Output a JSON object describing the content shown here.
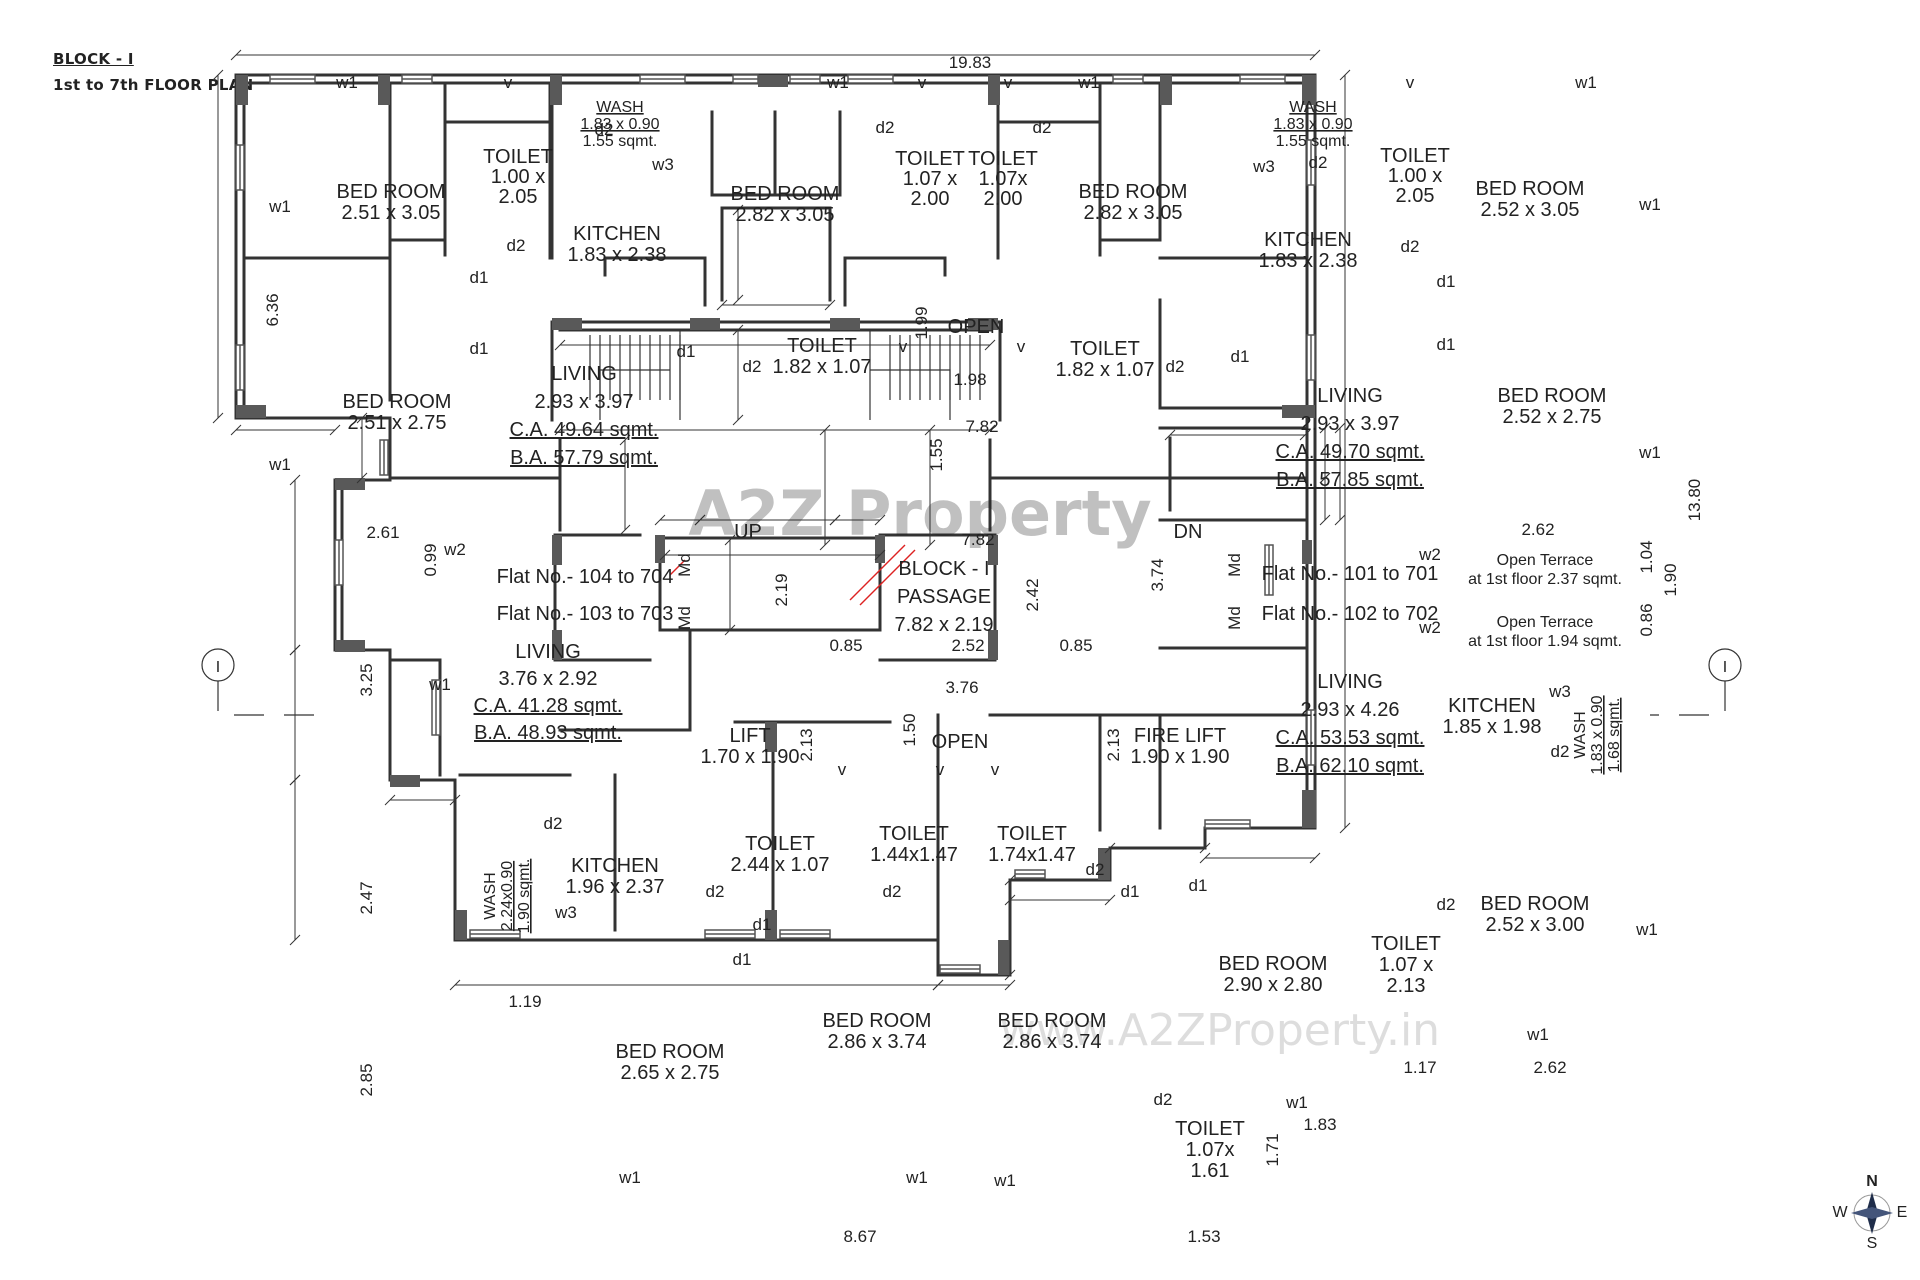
{
  "header": {
    "block": "BLOCK - I",
    "plan": "1st to 7th FLOOR PLAN"
  },
  "rooms": {
    "nw_bed1": [
      "BED ROOM",
      "2.51 x 3.05"
    ],
    "nw_toilet": [
      "TOILET",
      "1.00 x",
      "2.05"
    ],
    "nw_wash": [
      "WASH",
      "1.83 x 0.90",
      "1.55 sqmt."
    ],
    "nw_kitchen": [
      "KITCHEN",
      "1.83 x 2.38"
    ],
    "nw_bed2": [
      "BED ROOM",
      "2.82 x 3.05"
    ],
    "nw_bed3": [
      "BED ROOM",
      "2.51 x 2.75"
    ],
    "nw_living": [
      "LIVING",
      "2.93 x 3.97",
      "C.A. 49.64 sqmt.",
      "B.A. 57.79 sqmt."
    ],
    "nw_toilet2": [
      "TOILET",
      "1.82 x 1.07"
    ],
    "nmid_toilet_l": [
      "TOILET",
      "1.07 x",
      "2.00"
    ],
    "nmid_toilet_r": [
      "TOILET",
      "1.07x",
      "2.00"
    ],
    "nmid_open": "OPEN",
    "ne_toilet2": [
      "TOILET",
      "1.82 x 1.07"
    ],
    "ne_bed2": [
      "BED ROOM",
      "2.82 x 3.05"
    ],
    "ne_wash": [
      "WASH",
      "1.83 x 0.90",
      "1.55 sqmt."
    ],
    "ne_kitchen": [
      "KITCHEN",
      "1.83 x 2.38"
    ],
    "ne_toilet": [
      "TOILET",
      "1.00 x",
      "2.05"
    ],
    "ne_bed1": [
      "BED ROOM",
      "2.52 x 3.05"
    ],
    "ne_bed3": [
      "BED ROOM",
      "2.52 x 2.75"
    ],
    "ne_living": [
      "LIVING",
      "2.93 x 3.97",
      "C.A. 49.70 sqmt.",
      "B.A. 57.85 sqmt."
    ],
    "terrace1": [
      "Open Terrace",
      "at 1st floor 2.37 sqmt."
    ],
    "terrace2": [
      "Open Terrace",
      "at 1st floor 1.94 sqmt."
    ],
    "passage": [
      "BLOCK - I",
      "PASSAGE",
      "7.82 x 2.19"
    ],
    "w_living": [
      "LIVING",
      "3.76 x 2.92",
      "C.A. 41.28 sqmt.",
      "B.A. 48.93 sqmt."
    ],
    "lift": [
      "LIFT",
      "1.70 x 1.90"
    ],
    "open2": "OPEN",
    "firelift": [
      "FIRE LIFT",
      "1.90 x 1.90"
    ],
    "e_living": [
      "LIVING",
      "2.93 x 4.26",
      "C.A. 53.53 sqmt.",
      "B.A. 62.10 sqmt."
    ],
    "e_kitchen": [
      "KITCHEN",
      "1.85 x 1.98"
    ],
    "e_wash": [
      "WASH",
      "1.83 x 0.90",
      "1.68 sqmt."
    ],
    "sw_wash": [
      "WASH",
      "2.24x0.90",
      "1.90 sqmt."
    ],
    "sw_kitchen": [
      "KITCHEN",
      "1.96 x 2.37"
    ],
    "s_toilet1": [
      "TOILET",
      "2.44 x 1.07"
    ],
    "s_toilet2": [
      "TOILET",
      "1.44x1.47"
    ],
    "s_toilet3": [
      "TOILET",
      "1.74x1.47"
    ],
    "sw_bed1": [
      "BED ROOM",
      "2.65 x 2.75"
    ],
    "sw_bed2": [
      "BED ROOM",
      "2.86 x 3.74"
    ],
    "se_bed2": [
      "BED ROOM",
      "2.86 x 3.74"
    ],
    "se_bed3": [
      "BED ROOM",
      "2.90 x 2.80"
    ],
    "se_bed1": [
      "BED ROOM",
      "2.52 x 3.00"
    ],
    "se_toilet": [
      "TOILET",
      "1.07 x",
      "2.13"
    ],
    "s_toilet4": [
      "TOILET",
      "1.07x",
      "1.61"
    ]
  },
  "flats": {
    "w_top": "Flat No.- 104 to 704",
    "w_bottom": "Flat No.- 103 to 703",
    "e_top": "Flat No.- 101 to 701",
    "e_bottom": "Flat No.- 102 to 702"
  },
  "stairs": {
    "up": "UP",
    "dn": "DN"
  },
  "dims": {
    "total_width": "19.83",
    "total_height": "13.80",
    "left_top": "6.36",
    "l_3_25": "3.25",
    "l_2_47": "2.47",
    "l_2_85": "2.85",
    "w_2_61": "2.61",
    "w_0_99": "0.99",
    "w_1_19": "1.19",
    "stair_7_82a": "7.82",
    "stair_7_82b": "7.82",
    "stair_1_55": "1.55",
    "open_1_99": "1.99",
    "open_1_98": "1.98",
    "p_2_19": "2.19",
    "p_2_42": "2.42",
    "p_3_74": "3.74",
    "p_0_85a": "0.85",
    "p_2_52": "2.52",
    "p_0_85b": "0.85",
    "o_3_76": "3.76",
    "o_1_50": "1.50",
    "l_2_13a": "2.13",
    "l_2_13b": "2.13",
    "r_2_62a": "2.62",
    "r_1_04": "1.04",
    "r_1_90": "1.90",
    "r_0_86": "0.86",
    "r_1_17": "1.17",
    "r_2_62b": "2.62",
    "r_1_83": "1.83",
    "r_1_71": "1.71",
    "b_8_67": "8.67",
    "b_1_53": "1.53"
  },
  "openings": {
    "w1": "w1",
    "w2": "w2",
    "w3": "w3",
    "v": "v",
    "d1": "d1",
    "d2": "d2",
    "md": "Md"
  },
  "watermark": {
    "logo": "A2Z Property",
    "url": "www.A2ZProperty.in"
  },
  "compass": {
    "n": "N",
    "s": "S",
    "e": "E",
    "w": "W"
  },
  "section": "I"
}
